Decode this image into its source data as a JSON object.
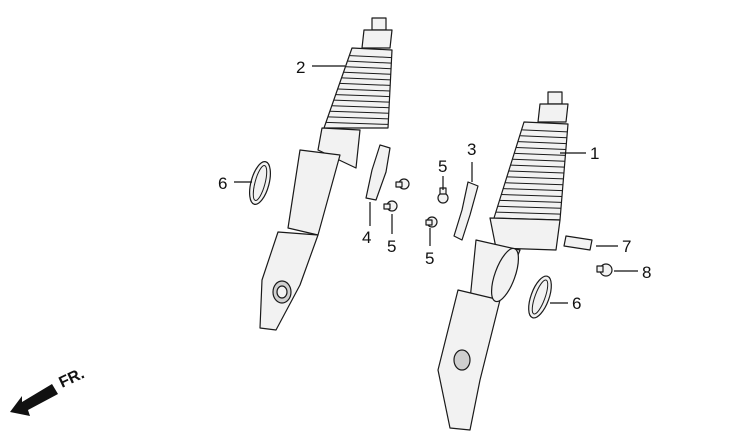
{
  "diagram": {
    "labels": [
      {
        "id": "label-2",
        "text": "2"
      },
      {
        "id": "label-6-left",
        "text": "6"
      },
      {
        "id": "label-4",
        "text": "4"
      },
      {
        "id": "label-5-a",
        "text": "5"
      },
      {
        "id": "label-5-b",
        "text": "5"
      },
      {
        "id": "label-3",
        "text": "3"
      },
      {
        "id": "label-5-c",
        "text": "5"
      },
      {
        "id": "label-1",
        "text": "1"
      },
      {
        "id": "label-7",
        "text": "7"
      },
      {
        "id": "label-8",
        "text": "8"
      },
      {
        "id": "label-6-right",
        "text": "6"
      }
    ],
    "front_indicator": "FR.",
    "colors": {
      "line": "#1a1a1a",
      "fill": "#f2f2f2",
      "arrow": "#111111"
    }
  }
}
